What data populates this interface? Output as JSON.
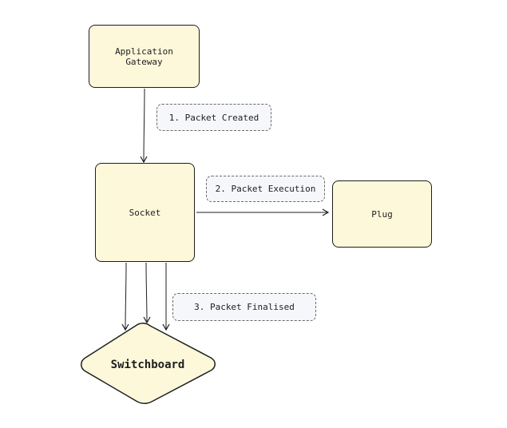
{
  "nodes": {
    "gateway": {
      "text": "Application\nGateway"
    },
    "socket": {
      "text": "Socket"
    },
    "plug": {
      "text": "Plug"
    },
    "switchboard": {
      "text": "Switchboard"
    }
  },
  "edge_labels": {
    "created": "1. Packet Created",
    "execution": "2. Packet Execution",
    "finalised": "3. Packet Finalised"
  },
  "colors": {
    "node_fill": "#fdf8da",
    "stroke": "#1e1e1e",
    "label_fill": "#f6f7fa",
    "label_border": "#6a6a6a"
  }
}
